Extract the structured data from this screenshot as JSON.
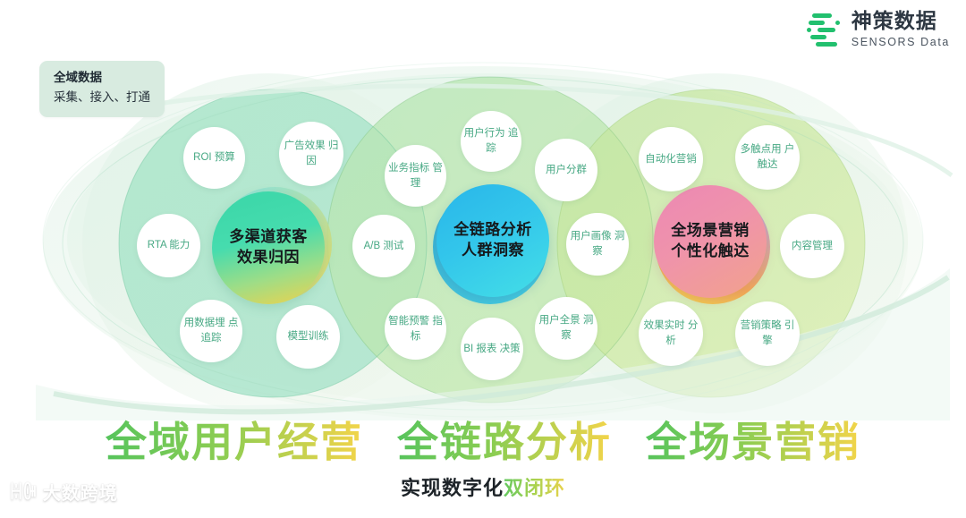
{
  "brand": {
    "logo_cn": "神策数据",
    "logo_en": "SENSORS Data",
    "logo_icon": "sensors-s-mark",
    "accent": "#22c06e"
  },
  "chip": {
    "title": "全域数据",
    "subtitle": "采集、接入、打通",
    "bg": "#d8ebe0"
  },
  "clusters": [
    {
      "id": "acquisition",
      "center": {
        "line1": "多渠道获客",
        "line2": "效果归因",
        "gradient_from": "#3ad6a8",
        "gradient_to": "#f0d24a"
      },
      "satellites": [
        {
          "label": "ROI 预算"
        },
        {
          "label_line1": "广告效果",
          "label_line2": "归因"
        },
        {
          "label": "RTA 能力"
        },
        {
          "label_line1": "用数据埋",
          "label_line2": "点追踪"
        },
        {
          "label": "模型训练"
        }
      ]
    },
    {
      "id": "analysis",
      "center": {
        "line1": "全链路分析",
        "line2": "人群洞察",
        "gradient_from": "#2bb8e8",
        "gradient_to": "#44dfe7"
      },
      "satellites": [
        {
          "label_line1": "业务指标",
          "label_line2": "管理"
        },
        {
          "label_line1": "用户行为",
          "label_line2": "追踪"
        },
        {
          "label": "用户分群"
        },
        {
          "label_line1": "用户画像",
          "label_line2": "洞察"
        },
        {
          "label_line1": "用户全景",
          "label_line2": "洞察"
        },
        {
          "label_line1": "BI 报表",
          "label_line2": "决策"
        },
        {
          "label_line1": "智能预警",
          "label_line2": "指标"
        },
        {
          "label": "A/B 测试"
        }
      ]
    },
    {
      "id": "marketing",
      "center": {
        "line1": "全场景营销",
        "line2": "个性化触达",
        "gradient_from": "#ec88b4",
        "gradient_to": "#f5a06a"
      },
      "satellites": [
        {
          "label": "自动化营销"
        },
        {
          "label_line1": "多触点用",
          "label_line2": "户触达"
        },
        {
          "label": "内容管理"
        },
        {
          "label_line1": "营销策略",
          "label_line2": "引擎"
        },
        {
          "label_line1": "效果实时",
          "label_line2": "分析"
        }
      ]
    }
  ],
  "headlines": [
    {
      "text": "全域用户经营"
    },
    {
      "text": "全链路分析"
    },
    {
      "text": "全场景营销"
    }
  ],
  "tagline": {
    "prefix": "实现数字化",
    "highlight": "双闭环"
  },
  "watermark": {
    "mark": "ꀍꁏ",
    "text": "大数跨境"
  },
  "palette": {
    "satellite_text": "#46a883",
    "headline_from": "#57c45c",
    "headline_to": "#f3d44a",
    "background": "#ffffff"
  }
}
